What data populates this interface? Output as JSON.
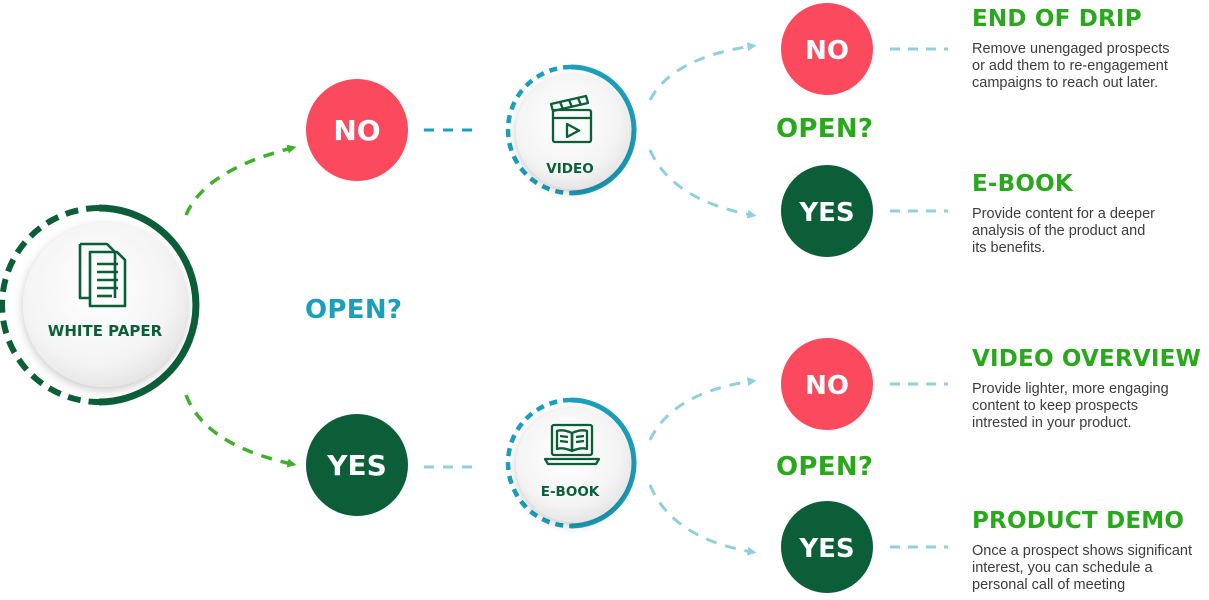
{
  "colors": {
    "green_dark": "#0b5e37",
    "green_bright": "#2aa81d",
    "red": "#fb4a5d",
    "teal": "#1b9fbb",
    "light_blue": "#8fcfdf",
    "arrow_green": "#3fb02a"
  },
  "nodes": {
    "white_paper": {
      "label": "WHITE PAPER",
      "icon": "document-icon"
    },
    "video": {
      "label": "VIDEO",
      "icon": "clapperboard-icon"
    },
    "ebook": {
      "label": "E-BOOK",
      "icon": "laptop-book-icon"
    }
  },
  "decisions": {
    "first": "OPEN?",
    "video": "OPEN?",
    "ebook": "OPEN?"
  },
  "answers": {
    "no": "NO",
    "yes": "YES"
  },
  "outcomes": [
    {
      "title": "END OF DRIP",
      "lines": [
        "Remove unengaged prospects",
        "or add them to re-engagement",
        "campaigns to reach out later."
      ]
    },
    {
      "title": "E-BOOK",
      "lines": [
        "Provide content for a deeper",
        "analysis of the product and",
        "its benefits."
      ]
    },
    {
      "title": "VIDEO OVERVIEW",
      "lines": [
        "Provide lighter, more engaging",
        "content to keep prospects",
        "intrested in your product."
      ]
    },
    {
      "title": "PRODUCT DEMO",
      "lines": [
        "Once a prospect shows significant",
        "interest, you can schedule a",
        "personal call of meeting"
      ]
    }
  ]
}
